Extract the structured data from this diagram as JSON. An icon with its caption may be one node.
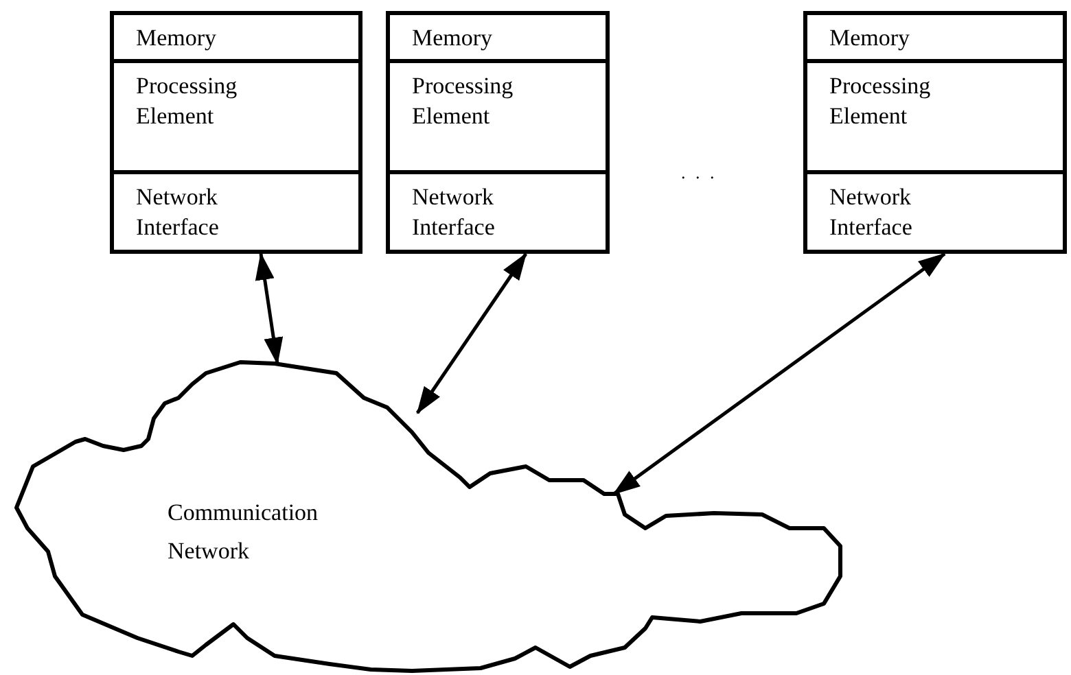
{
  "diagram": {
    "nodes": [
      {
        "text": [
          "Memory"
        ]
      },
      {
        "text": [
          "Processing Element"
        ]
      },
      {
        "text": [
          "Network Interface"
        ]
      },
      {
        "text": [
          "Memory"
        ]
      },
      {
        "text": [
          "Processing Element"
        ]
      },
      {
        "text": [
          "Network Interface"
        ]
      },
      {
        "text": [
          "Memory"
        ]
      },
      {
        "text": [
          "Processing Element"
        ]
      },
      {
        "text": [
          "Network Interface"
        ]
      },
      {
        "text": [
          "Communication Network"
        ]
      }
    ],
    "edges": [
      {
        "from": 2,
        "to": 9,
        "arrow": "both"
      },
      {
        "from": 5,
        "to": 9,
        "arrow": "both"
      },
      {
        "from": 8,
        "to": 9,
        "arrow": "both"
      }
    ],
    "labels": [
      ". . ."
    ]
  }
}
